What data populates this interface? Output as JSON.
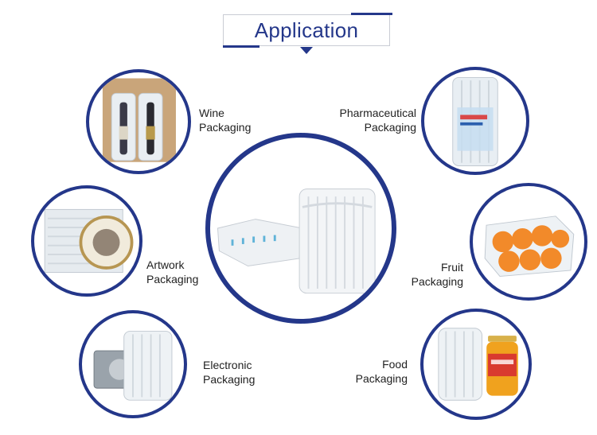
{
  "header": {
    "title": "Application"
  },
  "items": {
    "wine": {
      "line1": "Wine",
      "line2": "Packaging"
    },
    "pharma": {
      "line1": "Pharmaceutical",
      "line2": "Packaging"
    },
    "artwork": {
      "line1": "Artwork",
      "line2": "Packaging"
    },
    "fruit": {
      "line1": "Fruit",
      "line2": "Packaging"
    },
    "electronic": {
      "line1": "Electronic",
      "line2": "Packaging"
    },
    "food": {
      "line1": "Food",
      "line2": "Packaging"
    }
  },
  "colors": {
    "accent": "#24378a"
  },
  "icons": [
    "wine-bottles-icon",
    "medicine-box-icon",
    "framed-art-icon",
    "orange-fruit-icon",
    "electronic-device-icon",
    "food-jar-icon",
    "air-column-bag-icon"
  ]
}
